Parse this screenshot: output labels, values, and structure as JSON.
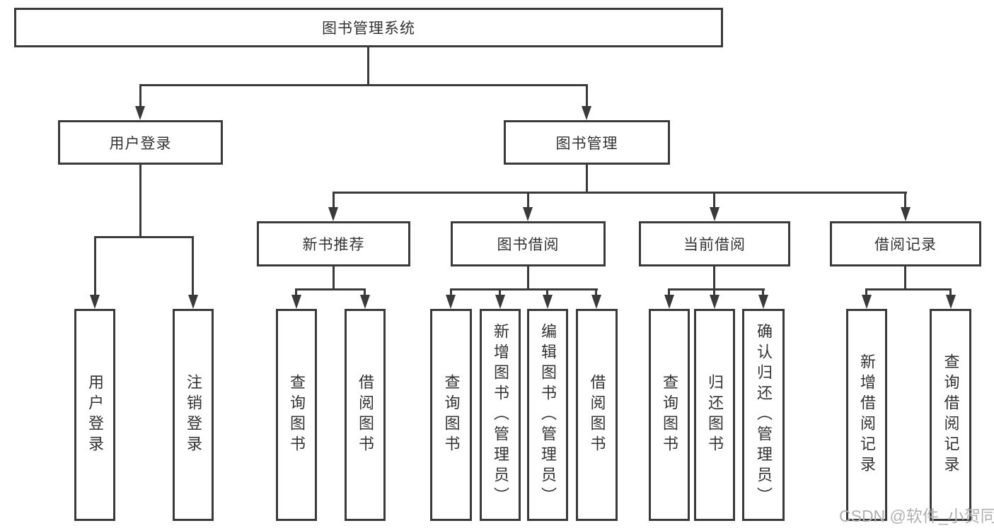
{
  "diagram": {
    "root": {
      "label": "图书管理系统"
    },
    "level2": [
      {
        "label": "用户登录"
      },
      {
        "label": "图书管理"
      }
    ],
    "level3": [
      {
        "label": "新书推荐"
      },
      {
        "label": "图书借阅"
      },
      {
        "label": "当前借阅"
      },
      {
        "label": "借阅记录"
      }
    ],
    "leaves": [
      {
        "label": "用户登录"
      },
      {
        "label": "注销登录"
      },
      {
        "label": "查询图书"
      },
      {
        "label": "借阅图书"
      },
      {
        "label": "查询图书"
      },
      {
        "label": "新增图书（管理员）"
      },
      {
        "label": "编辑图书（管理员）"
      },
      {
        "label": "借阅图书"
      },
      {
        "label": "查询图书"
      },
      {
        "label": "归还图书"
      },
      {
        "label": "确认归还（管理员）"
      },
      {
        "label": "新增借阅记录"
      },
      {
        "label": "查询借阅记录"
      }
    ]
  },
  "watermark": {
    "text": "CSDN @软件_小贺同学"
  },
  "colors": {
    "line": "#3a3a3a",
    "text": "#333333",
    "watermark": "#b0b0b0",
    "background": "#ffffff"
  }
}
